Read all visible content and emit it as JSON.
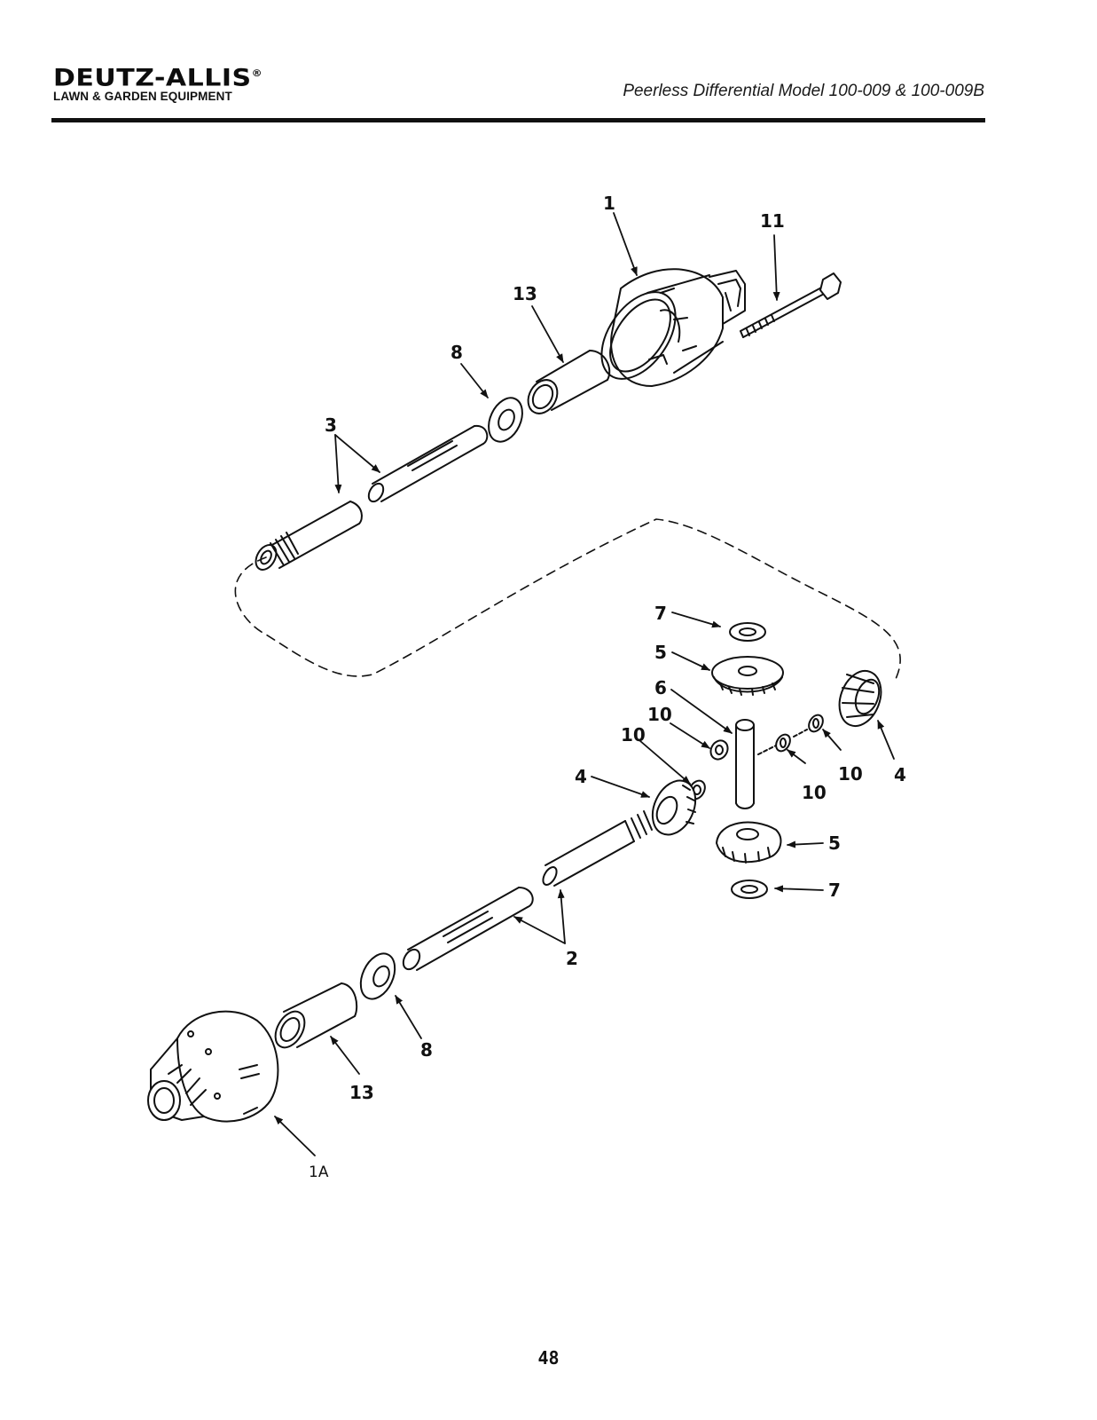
{
  "header": {
    "brand_name": "DEUTZ-ALLIS",
    "brand_mark": "®",
    "brand_sub": "LAWN & GARDEN EQUIPMENT",
    "doc_title": "Peerless Differential Model 100-009 & 100-009B"
  },
  "diagram": {
    "callouts": {
      "c1": "1",
      "c11": "11",
      "c13_top": "13",
      "c8_top": "8",
      "c3": "3",
      "c7_top": "7",
      "c5_top": "5",
      "c6": "6",
      "c10_a": "10",
      "c10_b": "10",
      "c10_c": "10",
      "c10_d": "10",
      "c4_left": "4",
      "c4_right": "4",
      "c5_bottom": "5",
      "c7_bottom": "7",
      "c2": "2",
      "c8_bottom": "8",
      "c13_bottom": "13",
      "c1A": "1A"
    }
  },
  "footer": {
    "page_number": "48"
  }
}
